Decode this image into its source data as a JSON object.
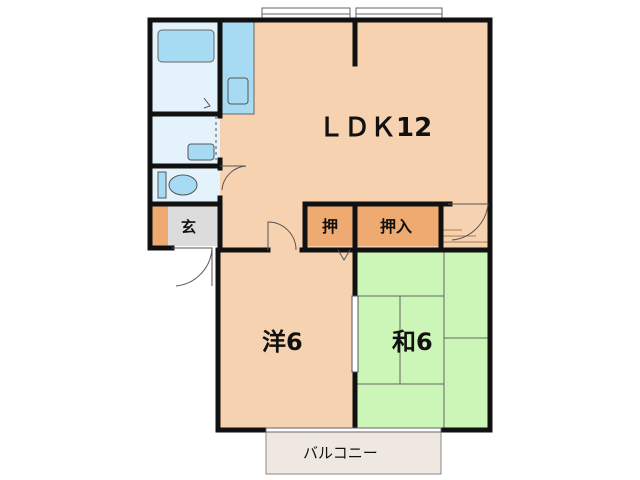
{
  "rooms": {
    "ldk": "ＬＤＫ12",
    "western": "洋6",
    "japanese": "和6",
    "entrance": "玄",
    "closet_small": "押",
    "closet": "押入",
    "balcony": "バルコニー"
  },
  "colors": {
    "wall": "#111111",
    "floor_wood": "#f6d2b0",
    "tatami": "#ccf5b8",
    "wet_area": "#e4f2fb",
    "fixture": "#a7daf3",
    "closet": "#eeaa70",
    "entrance": "#dcdcdc",
    "balcony": "#efe8e1"
  }
}
